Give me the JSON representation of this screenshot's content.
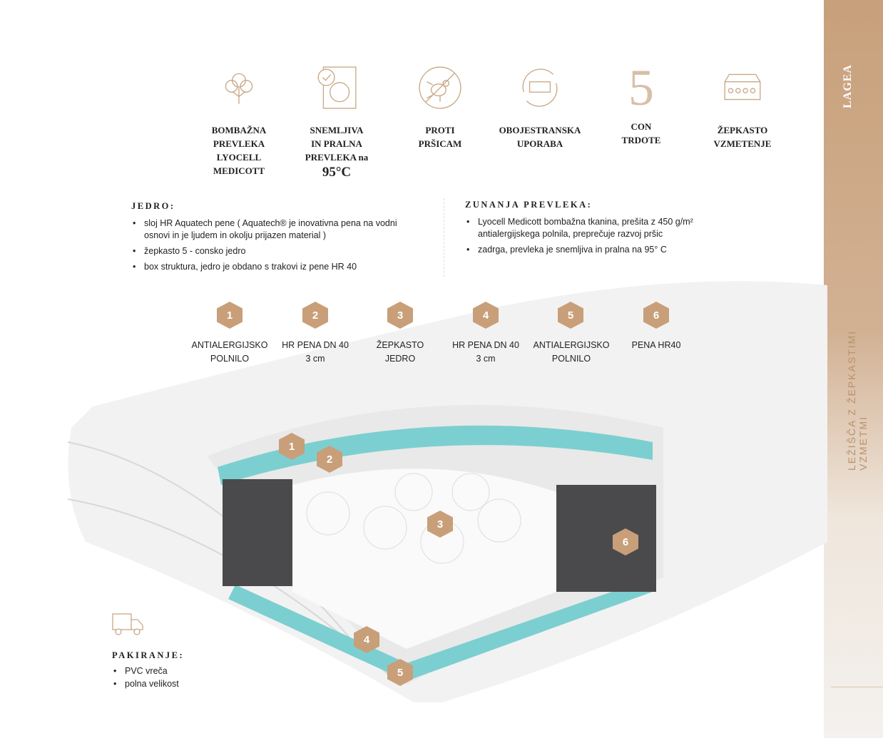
{
  "brand": "LAGEA",
  "page_subtitle": "LEŽIŠČA Z ŽEPKASTIMI VZMETMI",
  "features": [
    {
      "icon": "cotton-icon",
      "lines": [
        "BOMBAŽNA",
        "PREVLEKA",
        "LYOCELL",
        "MEDICOTT"
      ]
    },
    {
      "icon": "washing-machine-icon",
      "lines": [
        "SNEMLJIVA",
        "IN PRALNA",
        "PREVLEKA na"
      ],
      "big": "95°C"
    },
    {
      "icon": "mite-icon",
      "lines": [
        "PROTI",
        "PRŠICAM"
      ]
    },
    {
      "icon": "flip-mattress-icon",
      "lines": [
        "OBOJESTRANSKA",
        "UPORABA"
      ]
    },
    {
      "icon": "five-icon",
      "glyph": "5",
      "lines": [
        "CON",
        "TRDOTE"
      ]
    },
    {
      "icon": "pocket-spring-icon",
      "lines": [
        "ŽEPKASTO",
        "VZMETENJE"
      ]
    }
  ],
  "core": {
    "title": "JEDRO:",
    "items": [
      "sloj HR Aquatech pene ( Aquatech® je inovativna pena na vodni osnovi in je ljudem in okolju prijazen material )",
      "žepkasto 5 - consko jedro",
      "box struktura, jedro je obdano s trakovi iz pene HR 40"
    ]
  },
  "cover": {
    "title": "ZUNANJA PREVLEKA:",
    "items": [
      "Lyocell Medicott bombažna tkanina, prešita z 450 g/m² antialergijskega polnila, preprečuje razvoj pršic",
      "zadrga, prevleka je snemljiva in pralna na 95° C"
    ]
  },
  "layers": [
    {
      "n": "1",
      "l1": "ANTIALERGIJSKO",
      "l2": "POLNILO"
    },
    {
      "n": "2",
      "l1": "HR PENA DN 40",
      "l2": "3 cm"
    },
    {
      "n": "3",
      "l1": "ŽEPKASTO",
      "l2": "JEDRO"
    },
    {
      "n": "4",
      "l1": "HR PENA DN 40",
      "l2": "3 cm"
    },
    {
      "n": "5",
      "l1": "ANTIALERGIJSKO",
      "l2": "POLNILO"
    },
    {
      "n": "6",
      "l1": "PENA HR40",
      "l2": ""
    }
  ],
  "packaging": {
    "title": "PAKIRANJE:",
    "items": [
      "PVC vreča",
      "polna velikost"
    ]
  },
  "colors": {
    "accent": "#c89f79",
    "foam": "#7ccfd0",
    "box": "#4a4a4c"
  }
}
